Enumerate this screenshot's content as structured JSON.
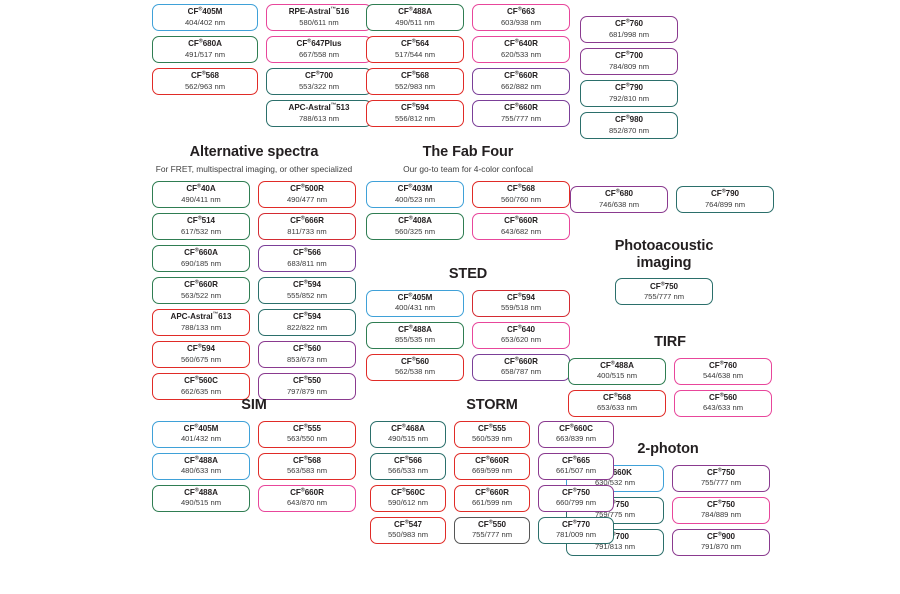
{
  "meta": {
    "trademark_symbol": "®",
    "tm_symbol": "™",
    "colors": {
      "blue": "#3fa1d8",
      "green": "#2f7d52",
      "dark_green": "#246b4a",
      "teal": "#2b6f6b",
      "red": "#e02b27",
      "crimson": "#d42b32",
      "pink": "#e8469b",
      "magenta": "#d83a8e",
      "purple": "#8a3a8f",
      "violet": "#7b3f98",
      "gray": "#555555"
    }
  },
  "groups": [
    {
      "id": "top-left",
      "title": "",
      "subtitle": "",
      "columns": [
        {
          "chips": [
            {
              "name": "CF",
              "reg": true,
              "code": "405M",
              "wl": "404/402 nm",
              "color": "#3fa1d8"
            },
            {
              "name": "CF",
              "reg": true,
              "code": "680A",
              "wl": "491/517 nm",
              "color": "#2f7d52"
            },
            {
              "name": "CF",
              "reg": true,
              "code": "568",
              "wl": "562/963 nm",
              "color": "#e02b27"
            }
          ]
        },
        {
          "chips": [
            {
              "name": "RPE-Astral",
              "tm": true,
              "code": "516",
              "wl": "580/611 nm",
              "color": "#e8469b"
            },
            {
              "name": "CF",
              "reg": true,
              "code": "647Plus",
              "wl": "667/558 nm",
              "color": "#e8469b"
            },
            {
              "name": "CF",
              "reg": true,
              "code": "700",
              "wl": "553/322 nm",
              "color": "#2b6f6b"
            },
            {
              "name": "APC-Astral",
              "tm": true,
              "code": "513",
              "wl": "788/613 nm",
              "color": "#2b6f6b"
            }
          ]
        }
      ]
    },
    {
      "id": "top-mid",
      "title": "",
      "subtitle": "",
      "columns": [
        {
          "chips": [
            {
              "name": "CF",
              "reg": true,
              "code": "488A",
              "wl": "490/511 nm",
              "color": "#2f7d52"
            },
            {
              "name": "CF",
              "reg": true,
              "code": "564",
              "wl": "517/544 nm",
              "color": "#e02b27"
            },
            {
              "name": "CF",
              "reg": true,
              "code": "568",
              "wl": "552/983 nm",
              "color": "#e02b27"
            },
            {
              "name": "CF",
              "reg": true,
              "code": "594",
              "wl": "556/812 nm",
              "color": "#e02b27"
            }
          ]
        },
        {
          "chips": [
            {
              "name": "CF",
              "reg": true,
              "code": "663",
              "wl": "603/938 nm",
              "color": "#e8469b"
            },
            {
              "name": "CF",
              "reg": true,
              "code": "640R",
              "wl": "620/533 nm",
              "color": "#e8469b"
            },
            {
              "name": "CF",
              "reg": true,
              "code": "660R",
              "wl": "662/882 nm",
              "color": "#7b3f98"
            },
            {
              "name": "CF",
              "reg": true,
              "code": "660R",
              "wl": "755/777 nm",
              "color": "#7b3f98"
            }
          ]
        }
      ]
    },
    {
      "id": "top-right",
      "title": "",
      "subtitle": "",
      "columns": [
        {
          "chips": [
            {
              "name": "CF",
              "reg": true,
              "code": "760",
              "wl": "681/998 nm",
              "color": "#8a3a8f"
            },
            {
              "name": "CF",
              "reg": true,
              "code": "700",
              "wl": "784/809 nm",
              "color": "#8a3a8f"
            },
            {
              "name": "CF",
              "reg": true,
              "code": "790",
              "wl": "792/810 nm",
              "color": "#2b6f6b"
            },
            {
              "name": "CF",
              "reg": true,
              "code": "980",
              "wl": "852/870 nm",
              "color": "#2b6f6b"
            }
          ]
        }
      ]
    },
    {
      "id": "alternative-spectra",
      "title": "Alternative spectra",
      "subtitle": "For FRET, multispectral imaging, or other specialized",
      "columns": [
        {
          "chips": [
            {
              "name": "CF",
              "reg": true,
              "code": "40A",
              "wl": "490/411 nm",
              "color": "#2f7d52"
            },
            {
              "name": "CF",
              "reg": true,
              "code": "514",
              "wl": "617/532 nm",
              "color": "#2f7d52"
            },
            {
              "name": "CF",
              "reg": true,
              "code": "660A",
              "wl": "690/185 nm",
              "color": "#2f7d52"
            },
            {
              "name": "CF",
              "reg": true,
              "code": "660R",
              "wl": "563/522 nm",
              "color": "#2f7d52"
            },
            {
              "name": "APC-Astral",
              "tm": true,
              "code": "613",
              "wl": "788/133 nm",
              "color": "#e02b27"
            },
            {
              "name": "CF",
              "reg": true,
              "code": "594",
              "wl": "560/675 nm",
              "color": "#e02b27"
            },
            {
              "name": "CF",
              "reg": true,
              "code": "560C",
              "wl": "662/635 nm",
              "color": "#e02b27"
            }
          ]
        },
        {
          "chips": [
            {
              "name": "CF",
              "reg": true,
              "code": "500R",
              "wl": "490/477 nm",
              "color": "#e02b27"
            },
            {
              "name": "CF",
              "reg": true,
              "code": "666R",
              "wl": "811/733 nm",
              "color": "#d42b32"
            },
            {
              "name": "CF",
              "reg": true,
              "code": "566",
              "wl": "683/811 nm",
              "color": "#7b3f98"
            },
            {
              "name": "CF",
              "reg": true,
              "code": "594",
              "wl": "555/852 nm",
              "color": "#2b6f6b"
            },
            {
              "name": "CF",
              "reg": true,
              "code": "594",
              "wl": "822/822 nm",
              "color": "#2b6f6b"
            },
            {
              "name": "CF",
              "reg": true,
              "code": "560",
              "wl": "853/673 nm",
              "color": "#8a3a8f"
            },
            {
              "name": "CF",
              "reg": true,
              "code": "550",
              "wl": "797/879 nm",
              "color": "#8a3a8f"
            }
          ]
        }
      ]
    },
    {
      "id": "fab-four",
      "title": "The Fab Four",
      "subtitle": "Our go-to team for 4-color confocal",
      "columns": [
        {
          "chips": [
            {
              "name": "CF",
              "reg": true,
              "code": "403M",
              "wl": "400/523 nm",
              "color": "#3fa1d8"
            },
            {
              "name": "CF",
              "reg": true,
              "code": "408A",
              "wl": "560/325 nm",
              "color": "#2f7d52"
            }
          ]
        },
        {
          "chips": [
            {
              "name": "CF",
              "reg": true,
              "code": "568",
              "wl": "560/760 nm",
              "color": "#e02b27"
            },
            {
              "name": "CF",
              "reg": true,
              "code": "660R",
              "wl": "643/682 nm",
              "color": "#e8469b"
            }
          ]
        }
      ]
    },
    {
      "id": "sted",
      "title": "STED",
      "subtitle": "",
      "columns": [
        {
          "chips": [
            {
              "name": "CF",
              "reg": true,
              "code": "405M",
              "wl": "400/431 nm",
              "color": "#3fa1d8"
            },
            {
              "name": "CF",
              "reg": true,
              "code": "488A",
              "wl": "855/535 nm",
              "color": "#2f7d52"
            },
            {
              "name": "CF",
              "reg": true,
              "code": "560",
              "wl": "562/538 nm",
              "color": "#e02b27"
            }
          ]
        },
        {
          "chips": [
            {
              "name": "CF",
              "reg": true,
              "code": "594",
              "wl": "559/518 nm",
              "color": "#d42b32"
            },
            {
              "name": "CF",
              "reg": true,
              "code": "640",
              "wl": "653/620 nm",
              "color": "#e8469b"
            },
            {
              "name": "CF",
              "reg": true,
              "code": "660R",
              "wl": "658/787 nm",
              "color": "#7b3f98"
            }
          ]
        }
      ]
    },
    {
      "id": "photoacoustic",
      "title": "Photoacoustic imaging",
      "subtitle": "",
      "columns": [
        {
          "chips": [
            {
              "name": "CF",
              "reg": true,
              "code": "750",
              "wl": "755/777 nm",
              "color": "#2b6f6b"
            }
          ]
        }
      ]
    },
    {
      "id": "pa-row",
      "title": "",
      "subtitle": "",
      "columns": [
        {
          "chips": [
            {
              "name": "CF",
              "reg": true,
              "code": "680",
              "wl": "746/638 nm",
              "color": "#8a3a8f"
            }
          ]
        },
        {
          "chips": [
            {
              "name": "CF",
              "reg": true,
              "code": "790",
              "wl": "764/899 nm",
              "color": "#2b6f6b"
            }
          ]
        }
      ]
    },
    {
      "id": "tirf",
      "title": "TIRF",
      "subtitle": "",
      "columns": [
        {
          "chips": [
            {
              "name": "CF",
              "reg": true,
              "code": "488A",
              "wl": "400/515 nm",
              "color": "#2f7d52"
            },
            {
              "name": "CF",
              "reg": true,
              "code": "568",
              "wl": "653/633 nm",
              "color": "#e02b27"
            }
          ]
        },
        {
          "chips": [
            {
              "name": "CF",
              "reg": true,
              "code": "760",
              "wl": "544/638 nm",
              "color": "#e8469b"
            },
            {
              "name": "CF",
              "reg": true,
              "code": "560",
              "wl": "643/633 nm",
              "color": "#e8469b"
            }
          ]
        }
      ]
    },
    {
      "id": "two-photon",
      "title": "2-photon",
      "subtitle": "",
      "columns": [
        {
          "chips": [
            {
              "name": "CF",
              "reg": true,
              "code": "660K",
              "wl": "630/532 nm",
              "color": "#3fa1d8"
            },
            {
              "name": "CF",
              "reg": true,
              "code": "750",
              "wl": "759/775 nm",
              "color": "#2b6f6b"
            },
            {
              "name": "CF",
              "reg": true,
              "code": "700",
              "wl": "791/813 nm",
              "color": "#2b6f6b"
            }
          ]
        },
        {
          "chips": [
            {
              "name": "CF",
              "reg": true,
              "code": "750",
              "wl": "755/777 nm",
              "color": "#8a3a8f"
            },
            {
              "name": "CF",
              "reg": true,
              "code": "750",
              "wl": "784/889 nm",
              "color": "#e8469b"
            },
            {
              "name": "CF",
              "reg": true,
              "code": "900",
              "wl": "791/870 nm",
              "color": "#8a3a8f"
            }
          ]
        }
      ]
    },
    {
      "id": "sim",
      "title": "SIM",
      "subtitle": "",
      "columns": [
        {
          "chips": [
            {
              "name": "CF",
              "reg": true,
              "code": "405M",
              "wl": "401/432 nm",
              "color": "#3fa1d8"
            },
            {
              "name": "CF",
              "reg": true,
              "code": "488A",
              "wl": "480/633 nm",
              "color": "#3fa1d8"
            },
            {
              "name": "CF",
              "reg": true,
              "code": "488A",
              "wl": "490/515 nm",
              "color": "#2f7d52"
            }
          ]
        },
        {
          "chips": [
            {
              "name": "CF",
              "reg": true,
              "code": "555",
              "wl": "563/550 nm",
              "color": "#e02b27"
            },
            {
              "name": "CF",
              "reg": true,
              "code": "568",
              "wl": "563/583 nm",
              "color": "#e02b27"
            },
            {
              "name": "CF",
              "reg": true,
              "code": "660R",
              "wl": "643/870 nm",
              "color": "#e8469b"
            }
          ]
        }
      ]
    },
    {
      "id": "storm",
      "title": "STORM",
      "subtitle": "",
      "columns": [
        {
          "chips": [
            {
              "name": "CF",
              "reg": true,
              "code": "468A",
              "wl": "490/515 nm",
              "color": "#2b6f6b"
            },
            {
              "name": "CF",
              "reg": true,
              "code": "566",
              "wl": "566/533 nm",
              "color": "#2b6f6b"
            },
            {
              "name": "CF",
              "reg": true,
              "code": "560C",
              "wl": "590/612 nm",
              "color": "#e02b27"
            },
            {
              "name": "CF",
              "reg": true,
              "code": "547",
              "wl": "550/983 nm",
              "color": "#e02b27"
            }
          ]
        },
        {
          "chips": [
            {
              "name": "CF",
              "reg": true,
              "code": "555",
              "wl": "560/539 nm",
              "color": "#e02b27"
            },
            {
              "name": "CF",
              "reg": true,
              "code": "660R",
              "wl": "669/599 nm",
              "color": "#e02b27"
            },
            {
              "name": "CF",
              "reg": true,
              "code": "660R",
              "wl": "661/599 nm",
              "color": "#e02b27"
            },
            {
              "name": "CF",
              "reg": true,
              "code": "550",
              "wl": "755/777 nm",
              "color": "#555555"
            }
          ]
        },
        {
          "chips": [
            {
              "name": "CF",
              "reg": true,
              "code": "660C",
              "wl": "663/839 nm",
              "color": "#8a3a8f"
            },
            {
              "name": "CF",
              "reg": true,
              "code": "665",
              "wl": "661/507 nm",
              "color": "#8a3a8f"
            },
            {
              "name": "CF",
              "reg": true,
              "code": "750",
              "wl": "660/799 nm",
              "color": "#8a3a8f"
            },
            {
              "name": "CF",
              "reg": true,
              "code": "770",
              "wl": "781/009 nm",
              "color": "#2b6f6b"
            }
          ]
        }
      ]
    }
  ]
}
